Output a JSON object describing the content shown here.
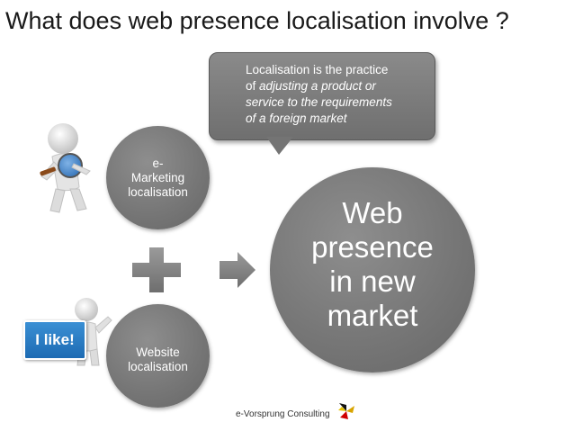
{
  "title": "What does web presence localisation involve ?",
  "callout": {
    "line1": "Localisation is the practice",
    "line2_plain": "of ",
    "line2_italic": "adjusting a product or",
    "line3": "service to the requirements",
    "line4": "of a foreign market"
  },
  "circles": {
    "emarketing": [
      "e-",
      "Marketing",
      "localisation"
    ],
    "website": [
      "Website",
      "localisation"
    ],
    "result": [
      "Web",
      "presence",
      "in new",
      "market"
    ]
  },
  "sign_text": "I like!",
  "footer": "e-Vorsprung Consulting",
  "colors": {
    "circle": "#777777",
    "callout": "#7a7a7a",
    "sign_blue": "#1d6bb3",
    "magnifier_blue": "#2f6fb5"
  },
  "icons": [
    "plus-icon",
    "arrow-right-icon",
    "magnifier-figure",
    "thumbs-figure",
    "flag-icon"
  ]
}
